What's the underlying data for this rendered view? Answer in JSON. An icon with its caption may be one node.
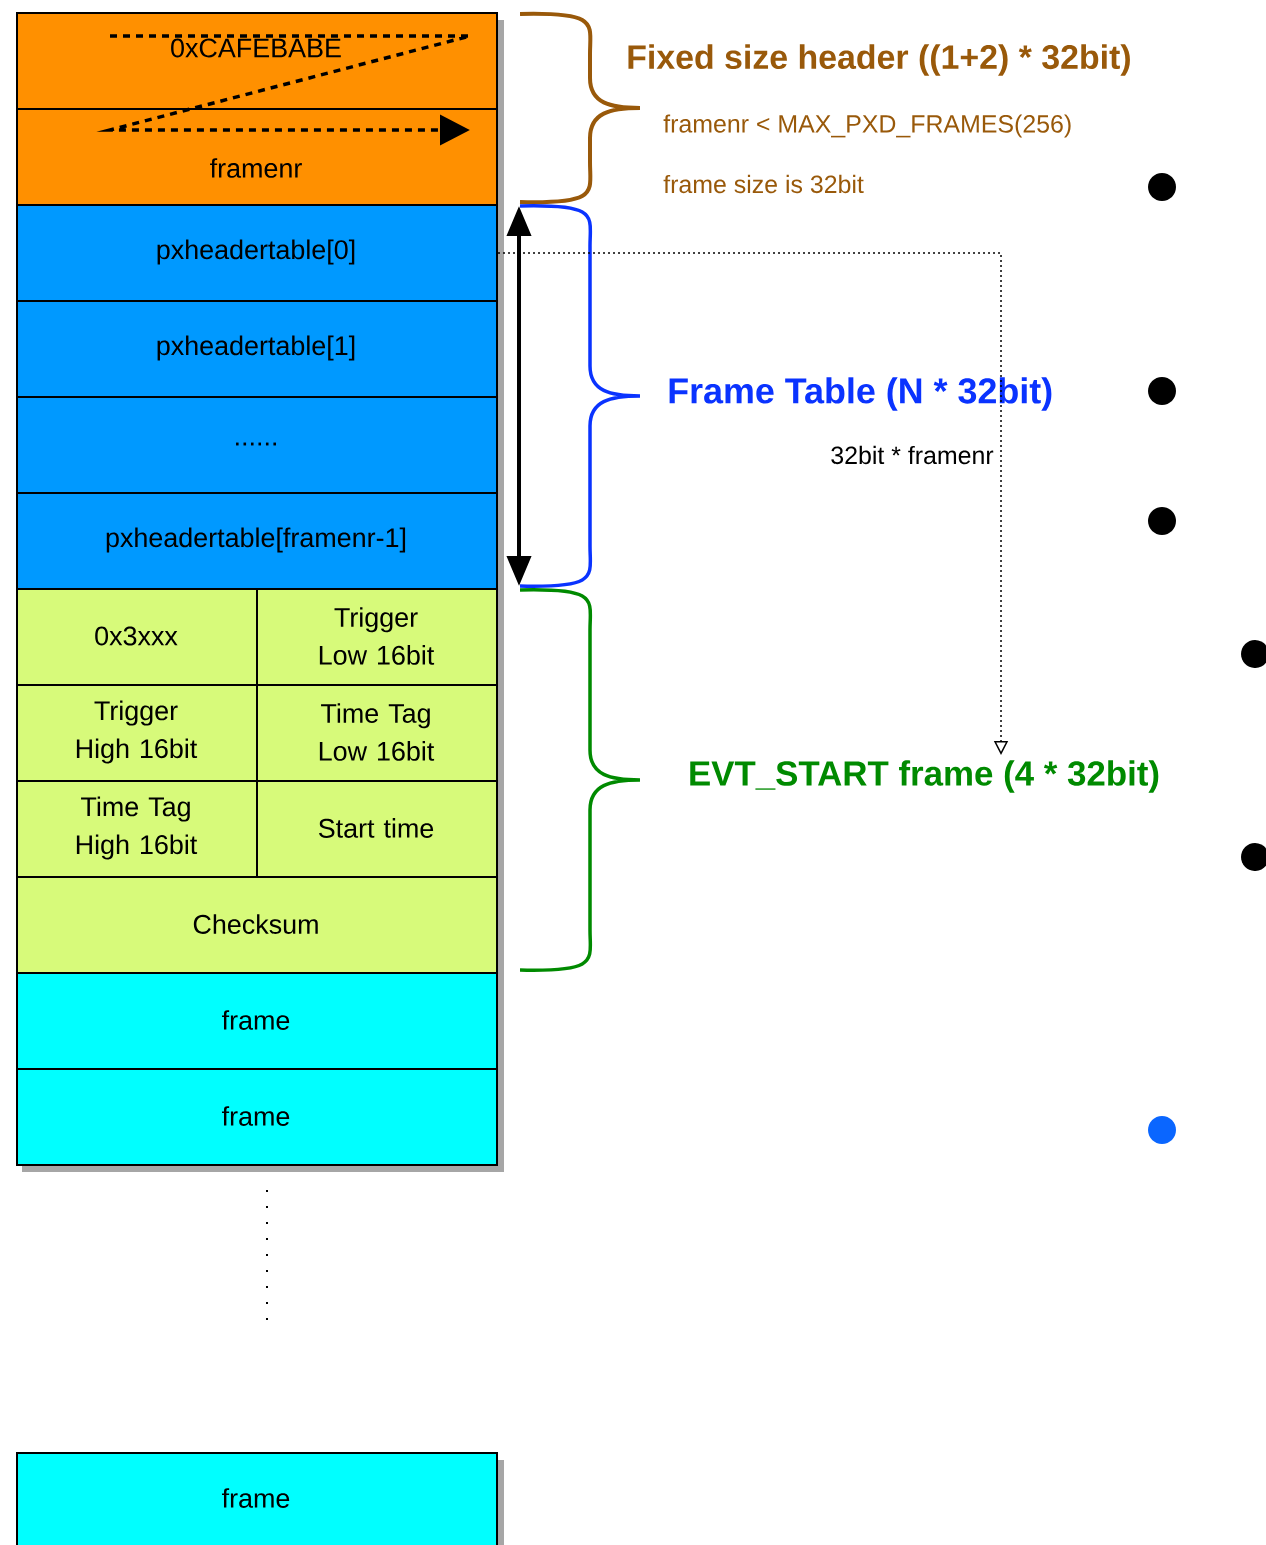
{
  "diagram": {
    "nodes": [
      {
        "text": [
          "0xCAFEBABE"
        ]
      },
      {
        "text": [
          "framenr"
        ]
      },
      {
        "text": [
          "pxheadertable[0]"
        ]
      },
      {
        "text": [
          "pxheadertable[1]"
        ]
      },
      {
        "text": [
          "......"
        ]
      },
      {
        "text": [
          "pxheadertable[framenr-1]"
        ]
      },
      {
        "text": [
          "0x3xxx"
        ]
      },
      {
        "text": [
          "Trigger Low 16bit"
        ]
      },
      {
        "text": [
          "Trigger High 16bit"
        ]
      },
      {
        "text": [
          "Time Tag Low 16bit"
        ]
      },
      {
        "text": [
          "Time Tag High 16bit"
        ]
      },
      {
        "text": [
          "Start time"
        ]
      },
      {
        "text": [
          "Checksum"
        ]
      },
      {
        "text": [
          "frame"
        ]
      },
      {
        "text": [
          "frame"
        ]
      },
      {
        "text": [
          "frame"
        ]
      },
      {
        "text": [
          "EVT_START frame (4 * 32bit)"
        ]
      }
    ],
    "edges": [
      {
        "from": 0,
        "to": 1,
        "arrow": "to",
        "style": "dashed"
      },
      {
        "from": 2,
        "to": 16,
        "arrow": "to",
        "style": "dashed"
      }
    ],
    "labels": [
      "Fixed size header ((1+2) * 32bit)",
      "framenr < MAX_PXD_FRAMES(256)",
      "frame size is 32bit",
      "Frame Table (N * 32bit)",
      "32bit * framenr"
    ]
  }
}
